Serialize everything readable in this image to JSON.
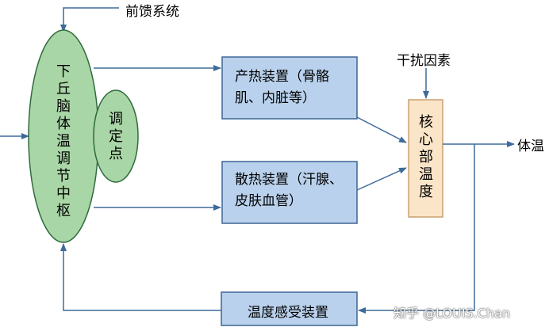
{
  "feedforward_label": "前馈系统",
  "center_label": "下丘脑体温调节中枢",
  "setpoint_label": "调定点",
  "heat_production": {
    "line1": "产热装置（骨骼",
    "line2": "肌、内脏等）"
  },
  "heat_dissipation": {
    "line1": "散热装置（汗腺、",
    "line2": "皮肤血管）"
  },
  "interference_label": "干扰因素",
  "core_temp_label": "核心部温度",
  "output_label": "体温",
  "sensor_label": "温度感受装置",
  "watermark": "知乎 @LOUIS.Chan",
  "colors": {
    "ellipse_fill": "#a9d6a6",
    "ellipse_stroke": "#2f6b3e",
    "box_fill": "#b9d1ec",
    "box_stroke": "#3d6595",
    "core_fill": "#fbe5c8",
    "core_stroke": "#c9a070",
    "arrow": "#3e6b9a"
  }
}
